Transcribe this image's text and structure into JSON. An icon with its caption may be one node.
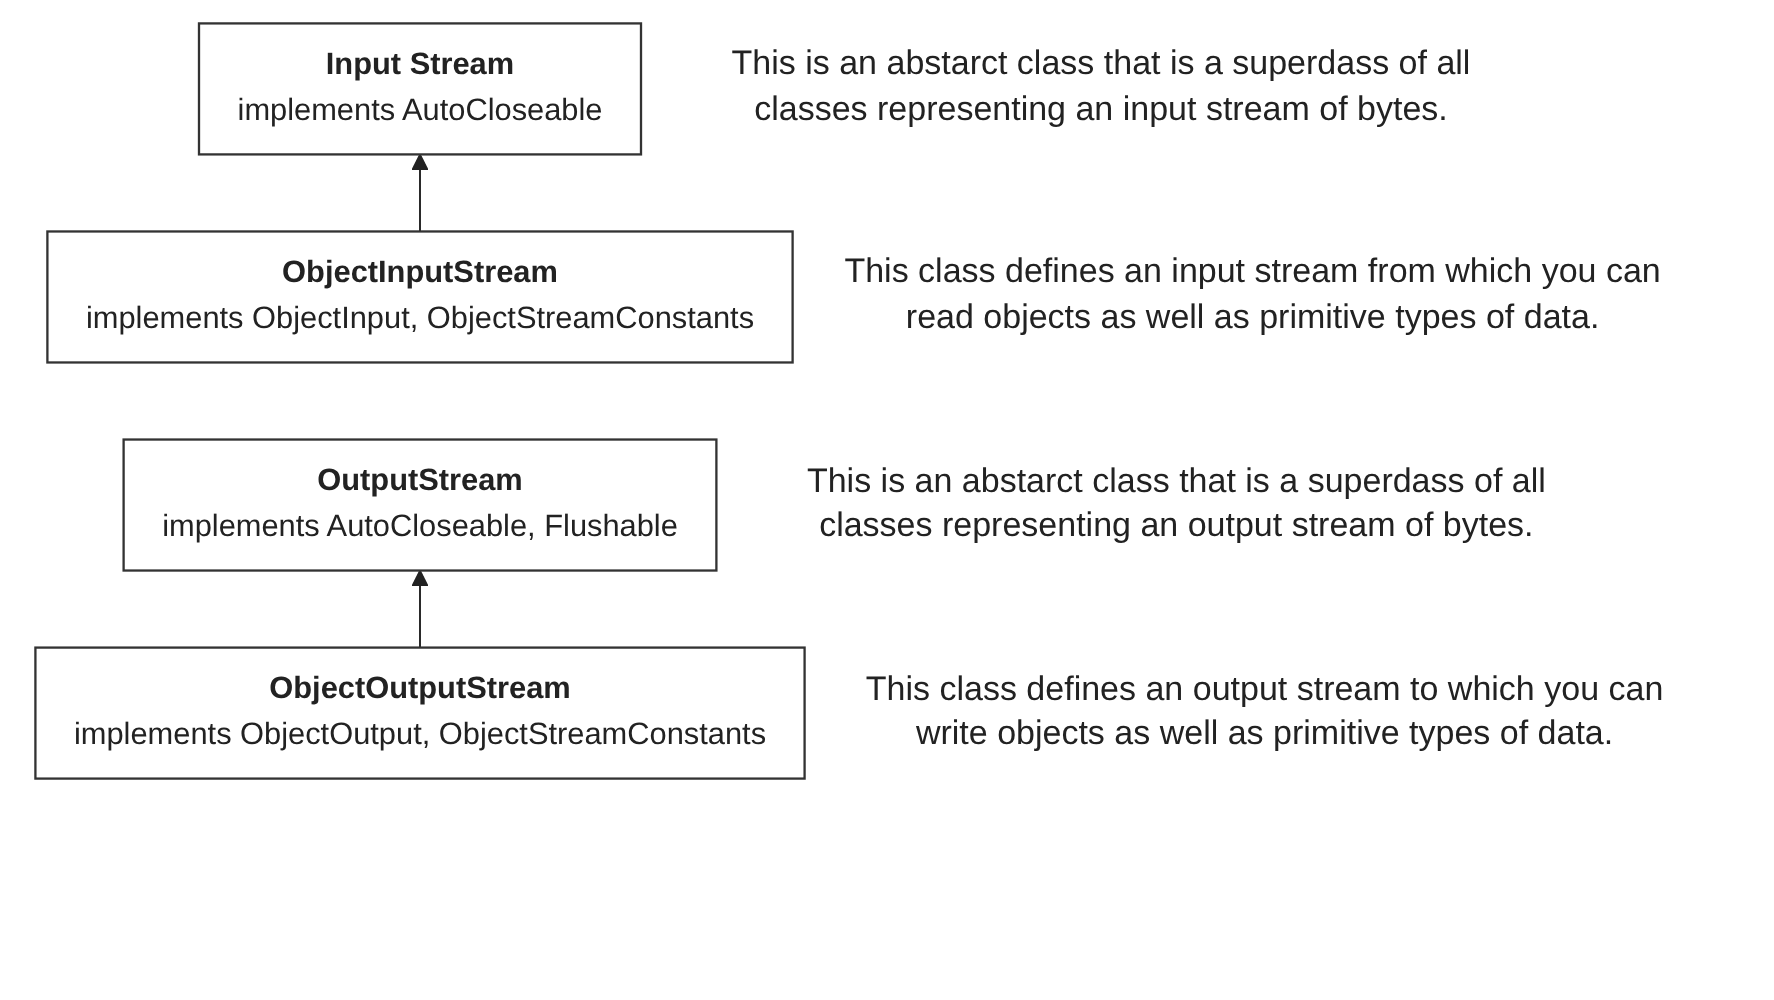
{
  "diagram": {
    "nodes": [
      {
        "text": [
          "Input Stream",
          "implements AutoCloseable"
        ],
        "beside": [
          "This is an abstarct class that is a superdass of all classes representing an input stream of bytes."
        ]
      },
      {
        "text": [
          "ObjectInputStream",
          "implements ObjectInput, ObjectStreamConstants"
        ],
        "beside": [
          "This class defines an input stream from which you can read objects as well as primitive types of data."
        ]
      },
      {
        "text": [
          "OutputStream",
          "implements AutoCloseable, Flushable"
        ],
        "beside": [
          "This is an abstarct class that is a superdass of all classes representing an output stream of bytes."
        ]
      },
      {
        "text": [
          "ObjectOutputStream",
          "implements ObjectOutput, ObjectStreamConstants"
        ],
        "beside": [
          "This class defines an output stream to which you can write objects as well as primitive types of data."
        ]
      }
    ],
    "edges": [
      {
        "from": 1,
        "to": 0,
        "arrow": "to"
      },
      {
        "from": 3,
        "to": 2,
        "arrow": "to"
      }
    ]
  }
}
